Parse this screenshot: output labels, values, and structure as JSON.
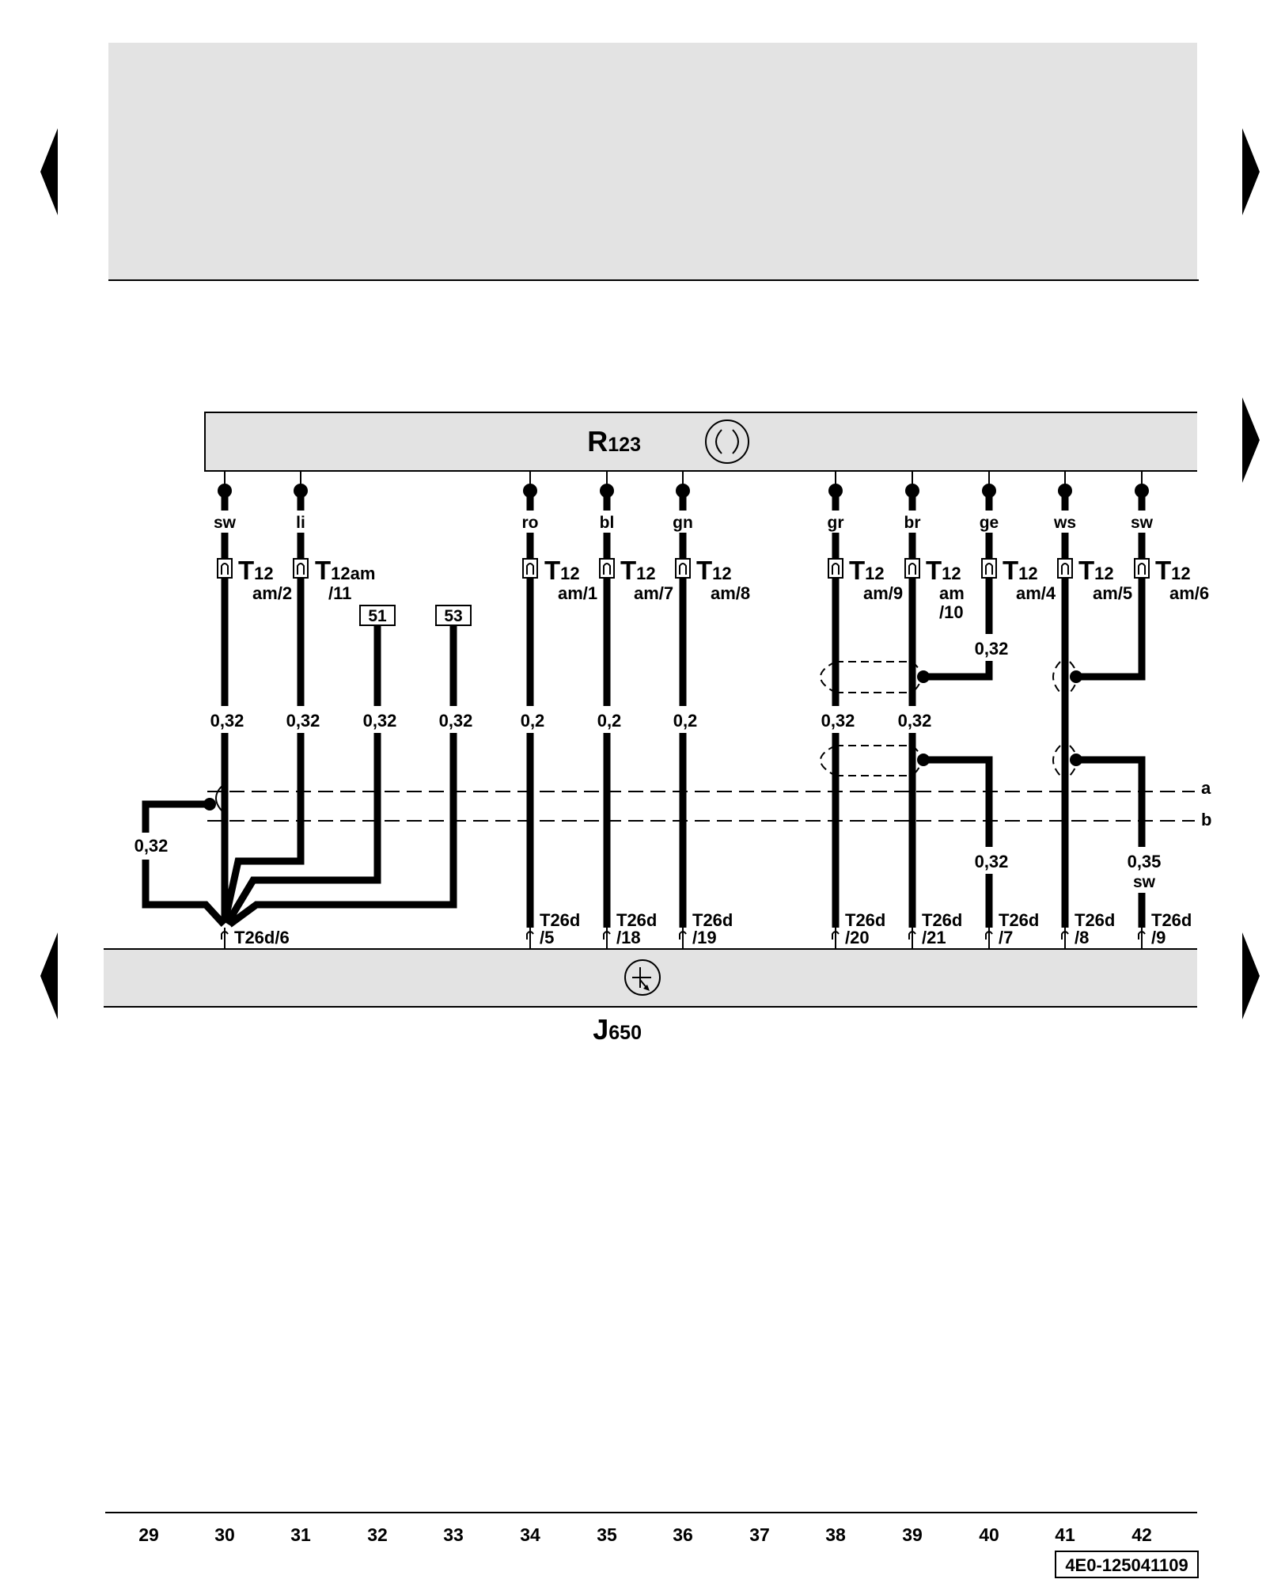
{
  "diagram_id": "4E0-125041109",
  "components": {
    "top": {
      "letter": "R",
      "number": "123",
      "symbol": "speaker-icon"
    },
    "bottom": {
      "letter": "J",
      "number": "650",
      "symbol": "transistor-icon"
    }
  },
  "wires": [
    {
      "wire_color": "sw",
      "top_letter": "T",
      "top_num": "12",
      "top_pin_l1": "am/2",
      "top_pin_l2": "",
      "xsec": "0,32",
      "bottom_l1": "T26d/6",
      "bottom_l2": ""
    },
    {
      "wire_color": "li",
      "top_letter": "T",
      "top_num": "12am",
      "top_pin_l1": "/11",
      "top_pin_l2": "",
      "xsec": "0,32",
      "bottom_l1": "",
      "bottom_l2": ""
    },
    {
      "ref": "51",
      "xsec": "0,32"
    },
    {
      "ref": "53",
      "xsec": "0,32"
    },
    {
      "wire_color": "ro",
      "top_letter": "T",
      "top_num": "12",
      "top_pin_l1": "am/1",
      "top_pin_l2": "",
      "xsec": "0,2",
      "bottom_l1": "T26d",
      "bottom_l2": "/5"
    },
    {
      "wire_color": "bl",
      "top_letter": "T",
      "top_num": "12",
      "top_pin_l1": "am/7",
      "top_pin_l2": "",
      "xsec": "0,2",
      "bottom_l1": "T26d",
      "bottom_l2": "/18"
    },
    {
      "wire_color": "gn",
      "top_letter": "T",
      "top_num": "12",
      "top_pin_l1": "am/8",
      "top_pin_l2": "",
      "xsec": "0,2",
      "bottom_l1": "T26d",
      "bottom_l2": "/19"
    },
    {
      "wire_color": "gr",
      "top_letter": "T",
      "top_num": "12",
      "top_pin_l1": "am/9",
      "top_pin_l2": "",
      "xsec": "0,32",
      "bottom_l1": "T26d",
      "bottom_l2": "/20"
    },
    {
      "wire_color": "br",
      "top_letter": "T",
      "top_num": "12",
      "top_pin_l1": "am",
      "top_pin_l2": "/10",
      "xsec": "0,32",
      "bottom_l1": "T26d",
      "bottom_l2": "/21"
    },
    {
      "wire_color": "ge",
      "top_letter": "T",
      "top_num": "12",
      "top_pin_l1": "am/4",
      "top_pin_l2": "",
      "xsec_upper": "0,32",
      "xsec_lower": "0,32",
      "bottom_l1": "T26d",
      "bottom_l2": "/7"
    },
    {
      "wire_color": "ws",
      "top_letter": "T",
      "top_num": "12",
      "top_pin_l1": "am/5",
      "top_pin_l2": "",
      "bottom_l1": "T26d",
      "bottom_l2": "/8"
    },
    {
      "wire_color": "sw",
      "top_letter": "T",
      "top_num": "12",
      "top_pin_l1": "am/6",
      "top_pin_l2": "",
      "xsec_lower": "0,35",
      "xsec_lower_color": "sw",
      "bottom_l1": "T26d",
      "bottom_l2": "/9"
    }
  ],
  "loop": {
    "xsec": "0,32"
  },
  "shield_lines": {
    "a": "a",
    "b": "b"
  },
  "column_numbers": [
    "29",
    "30",
    "31",
    "32",
    "33",
    "34",
    "35",
    "36",
    "37",
    "38",
    "39",
    "40",
    "41",
    "42"
  ]
}
